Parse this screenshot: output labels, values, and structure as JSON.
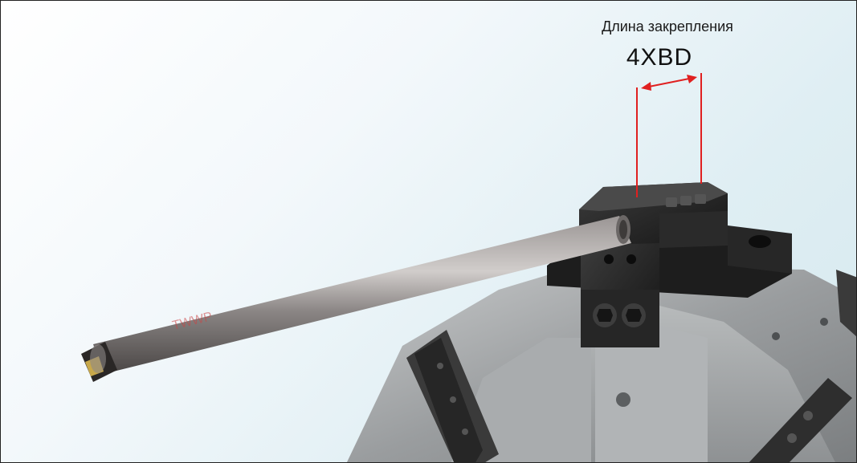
{
  "annotation": {
    "label": "Длина закрепления",
    "value": "4XBD",
    "arrow_color": "#e02020"
  },
  "illustration": {
    "subject": "boring bar clamped in holder on lathe chuck"
  }
}
